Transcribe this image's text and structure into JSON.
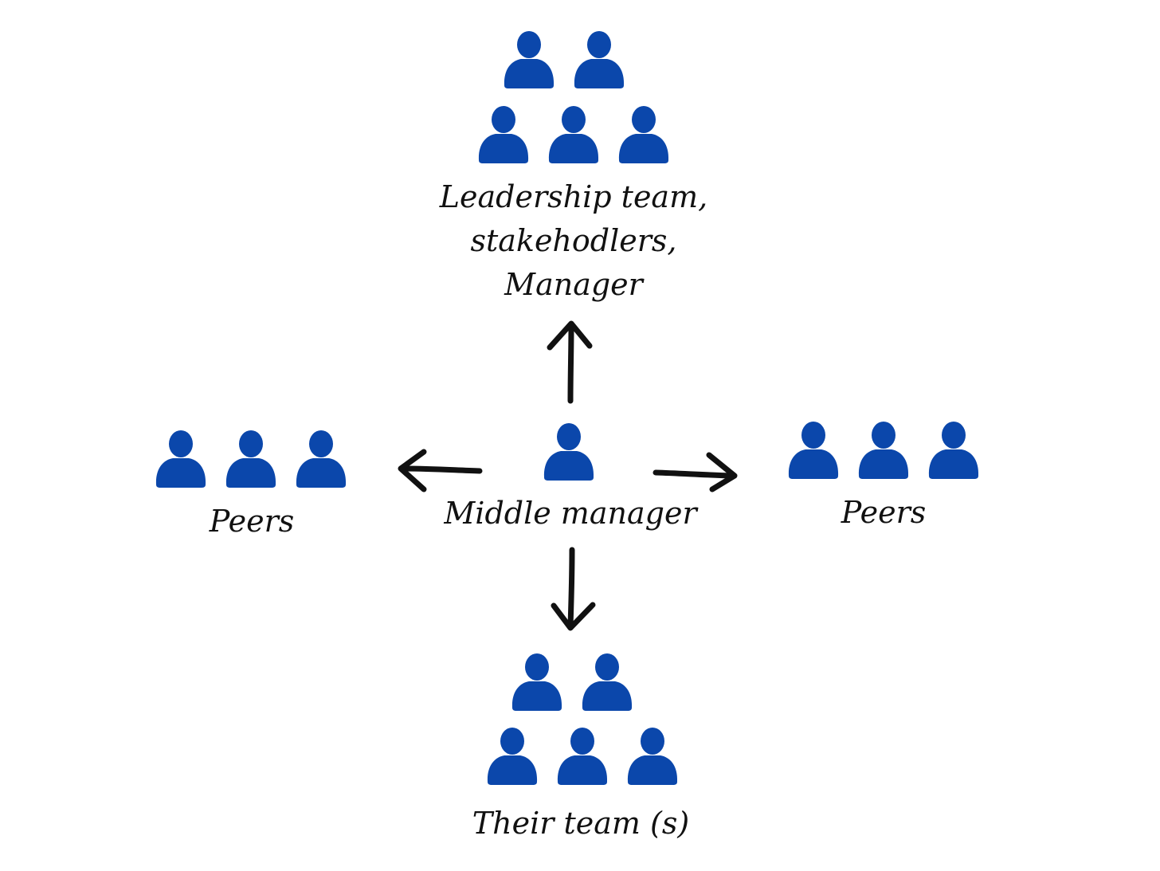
{
  "colors": {
    "person": "#0b47ab",
    "text": "#111111",
    "arrow": "#111111",
    "background": "#ffffff"
  },
  "icon": "person-icon",
  "groups": {
    "leadership": {
      "label_lines": [
        "Leadership team,",
        "stakehodlers,",
        "Manager"
      ],
      "people_count": 5
    },
    "peers_left": {
      "label": "Peers",
      "people_count": 3
    },
    "middle_manager": {
      "label": "Middle manager",
      "people_count": 1
    },
    "peers_right": {
      "label": "Peers",
      "people_count": 3
    },
    "team": {
      "label": "Their team (s)",
      "people_count": 5
    }
  }
}
